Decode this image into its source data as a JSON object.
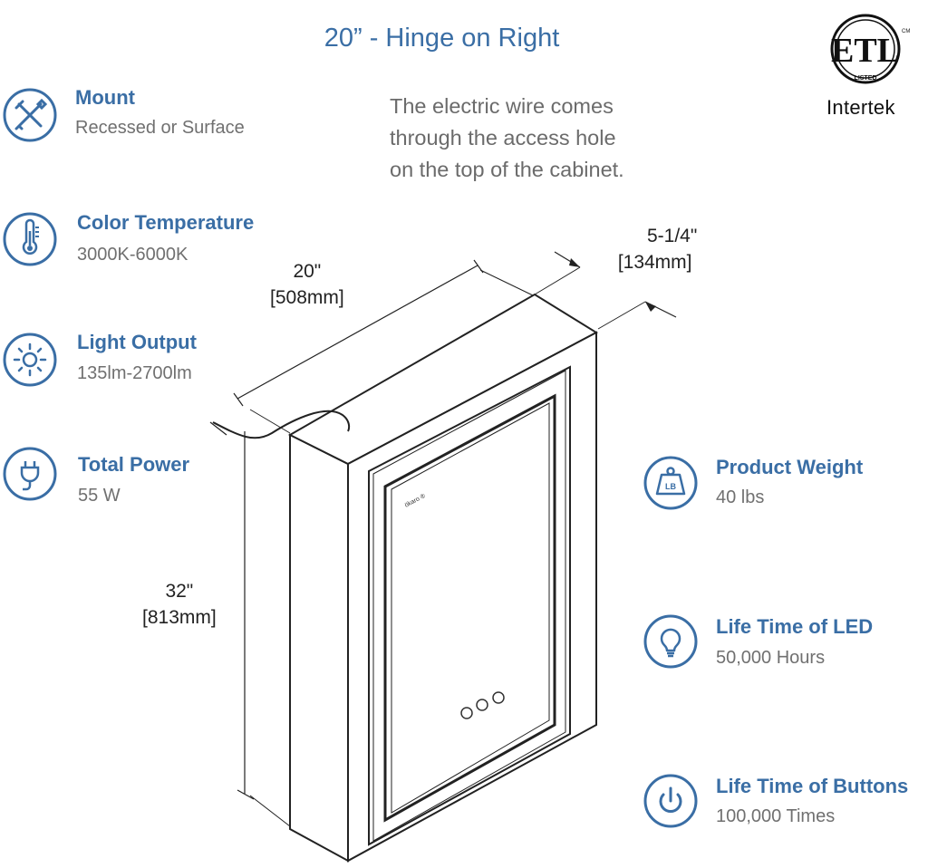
{
  "title": "20” - Hinge on Right",
  "note_lines": [
    "The electric wire comes",
    "through the access hole",
    "on the top of the cabinet."
  ],
  "certification": {
    "mark": "ETL",
    "listed": "LISTED",
    "cm": "CM",
    "lab": "Intertek"
  },
  "specs_left": [
    {
      "label": "Mount",
      "value": "Recessed or Surface",
      "icon": "tools-icon"
    },
    {
      "label": "Color Temperature",
      "value": "3000K-6000K",
      "icon": "thermometer-icon"
    },
    {
      "label": "Light Output",
      "value": "135lm-2700lm",
      "icon": "sun-icon"
    },
    {
      "label": "Total Power",
      "value": "55 W",
      "icon": "plug-icon"
    }
  ],
  "specs_right": [
    {
      "label": "Product Weight",
      "value": "40 lbs",
      "icon": "weight-icon",
      "icon_text": "LB"
    },
    {
      "label": "Life Time of LED",
      "value": "50,000 Hours",
      "icon": "bulb-icon"
    },
    {
      "label": "Life Time of Buttons",
      "value": "100,000 Times",
      "icon": "power-icon"
    }
  ],
  "dimensions": {
    "width": {
      "imperial": "20\"",
      "metric": "[508mm]"
    },
    "depth": {
      "imperial": "5-1/4\"",
      "metric": "[134mm]"
    },
    "height": {
      "imperial": "32\"",
      "metric": "[813mm]"
    }
  },
  "cabinet": {
    "brand_text": "ökaro ®"
  },
  "colors": {
    "accent": "#3A6EA5",
    "muted_text": "#707070",
    "line": "#222222"
  }
}
